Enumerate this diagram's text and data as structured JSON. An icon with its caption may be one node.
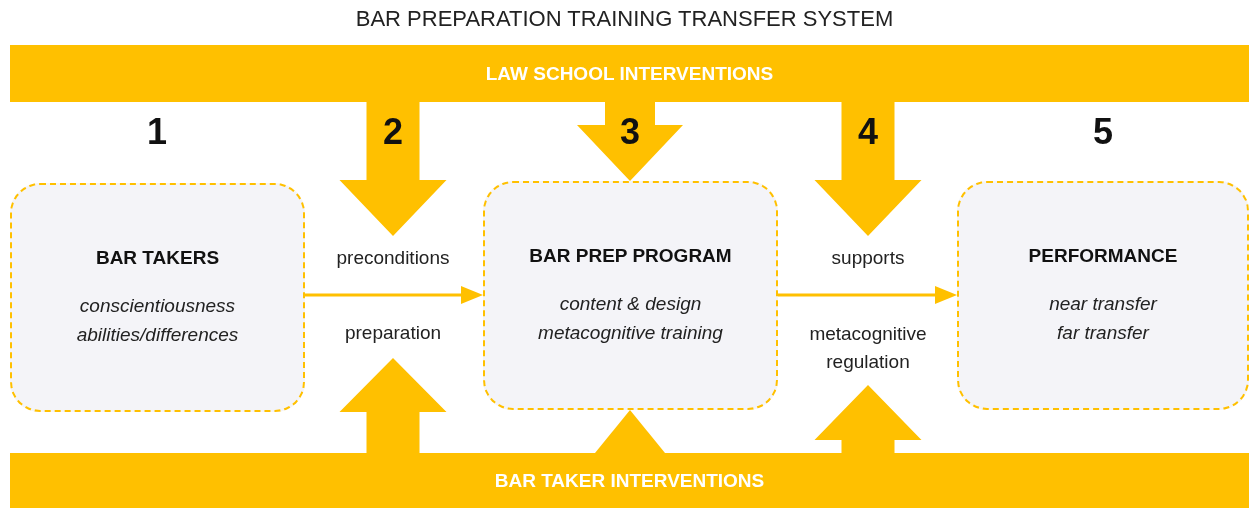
{
  "diagram": {
    "title": "BAR PREPARATION TRAINING TRANSFER SYSTEM",
    "nodes": [
      {
        "text": [
          "LAW SCHOOL INTERVENTIONS"
        ]
      },
      {
        "text": [
          "BAR TAKERS",
          "conscientiousness",
          "abilities/differences"
        ]
      },
      {
        "text": [
          "BAR PREP PROGRAM",
          "content & design",
          "metacognitive training"
        ]
      },
      {
        "text": [
          "PERFORMANCE",
          "near transfer",
          "far transfer"
        ]
      },
      {
        "text": [
          "BAR TAKER INTERVENTIONS"
        ]
      }
    ],
    "edges": [
      {
        "from": 1,
        "to": 2,
        "arrow": "to"
      },
      {
        "from": 2,
        "to": 3,
        "arrow": "to"
      },
      {
        "from": 0,
        "to": null,
        "arrow": "to",
        "style": "thick"
      },
      {
        "from": 0,
        "to": 2,
        "arrow": "to",
        "style": "thick"
      },
      {
        "from": 0,
        "to": null,
        "arrow": "to",
        "style": "thick"
      },
      {
        "from": 4,
        "to": null,
        "arrow": "to",
        "style": "thick"
      },
      {
        "from": 4,
        "to": 2,
        "arrow": "to",
        "style": "thick"
      },
      {
        "from": 4,
        "to": null,
        "arrow": "to",
        "style": "thick"
      }
    ],
    "labels": [
      "1",
      "2",
      "3",
      "4",
      "5",
      "preconditions",
      "supports",
      "preparation",
      "metacognitive regulation"
    ]
  }
}
